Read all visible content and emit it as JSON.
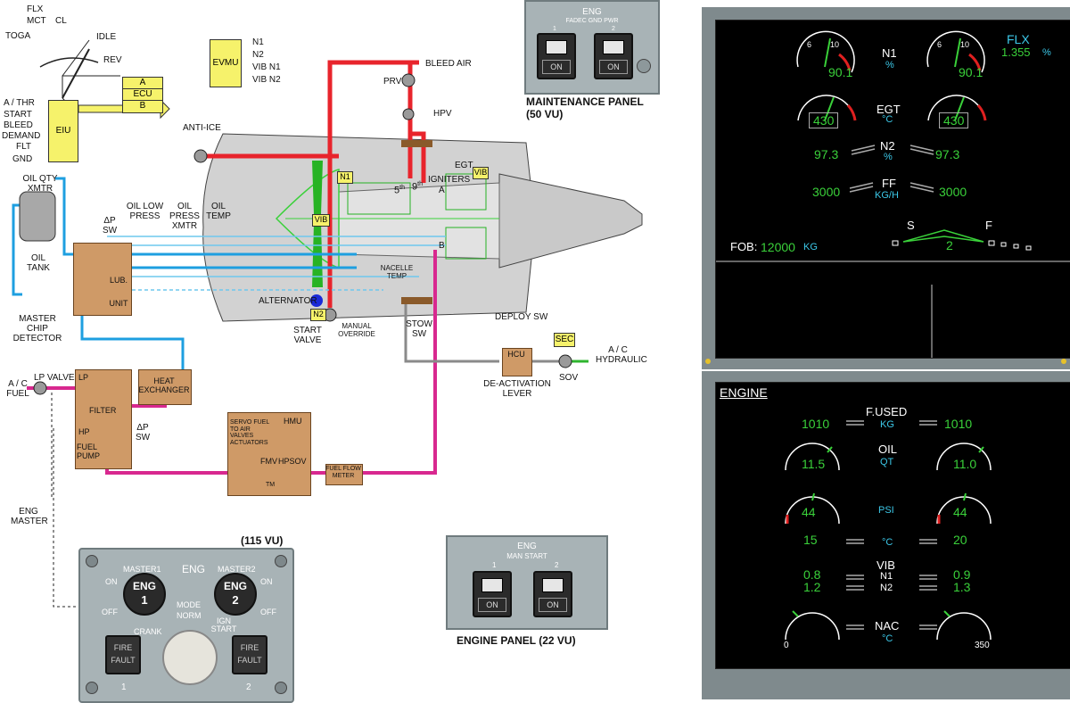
{
  "thrust_lever": {
    "flx": "FLX",
    "mct": "MCT",
    "cl": "CL",
    "toga": "TOGA",
    "idle": "IDLE",
    "rev": "REV"
  },
  "ecu": {
    "a": "A",
    "label": "ECU",
    "b": "B"
  },
  "eiu": {
    "label": "EIU",
    "inputs": [
      "A / THR",
      "START",
      "BLEED",
      "DEMAND",
      "FLT",
      "GND"
    ]
  },
  "evmu": {
    "label": "EVMU",
    "outputs": [
      "N1",
      "N2",
      "VIB N1",
      "VIB N2"
    ]
  },
  "schematic": {
    "bleed_air": "BLEED AIR",
    "prv": "PRV",
    "hpv": "HPV",
    "anti_ice": "ANTI-ICE",
    "oil_qty_xmtr": "OIL QTY XMTR",
    "delta_p_sw": "ΔP SW",
    "oil_low_press": "OIL LOW PRESS",
    "oil_press_xmtr": "OIL PRESS XMTR",
    "oil_temp": "OIL TEMP",
    "oil_tank": "OIL TANK",
    "lub_unit_lub": "LUB.",
    "lub_unit_unit": "UNIT",
    "master_chip_detector": "MASTER CHIP DETECTOR",
    "alternator": "ALTERNATOR",
    "n2_tag": "N2",
    "start_valve": "START VALVE",
    "manual_override": "MANUAL OVERRIDE",
    "nacelle_temp": "NACELLE TEMP",
    "stow_sw": "STOW SW",
    "deploy_sw": "DEPLOY SW",
    "egt": "EGT",
    "vib_tag": "VIB",
    "n1_tag": "N1",
    "igniters": "IGNITERS",
    "igniter_a": "A",
    "igniter_b": "B",
    "stage5": "5",
    "stage9": "9",
    "stage_suffix": "th",
    "hcu": "HCU",
    "sec": "SEC",
    "ac_hydraulic": "A / C HYDRAULIC",
    "sov": "SOV",
    "deactivation_lever": "DE-ACTIVATION LEVER",
    "ac_fuel": "A / C FUEL",
    "lp_valve": "LP VALVE",
    "lp": "LP",
    "filter": "FILTER",
    "hp": "HP",
    "fuel_pump": "FUEL PUMP",
    "heat_exchanger": "HEAT EXCHANGER",
    "delta_p_sw_fuel": "ΔP SW",
    "hmu": "HMU",
    "servo_fuel": "SERVO FUEL TO AIR VALVES ACTUATORS",
    "fmv": "FMV",
    "hpsov": "HPSOV",
    "tm": "TM",
    "fuel_flow_meter": "FUEL FLOW METER",
    "eng_master": "ENG MASTER"
  },
  "maintenance_panel": {
    "title": "ENG",
    "subtitle": "FADEC GND PWR",
    "btn1_num": "1",
    "btn2_num": "2",
    "btn1_label": "ON",
    "btn2_label": "ON",
    "caption": "MAINTENANCE PANEL",
    "caption2": "(50 VU)"
  },
  "engine_panel_22": {
    "title": "ENG",
    "subtitle": "MAN START",
    "btn1_num": "1",
    "btn2_num": "2",
    "btn1_label": "ON",
    "btn2_label": "ON",
    "caption": "ENGINE PANEL (22 VU)"
  },
  "panel_115": {
    "caption": "(115 VU)",
    "title": "ENG",
    "master1": "MASTER1",
    "master2": "MASTER2",
    "eng1_a": "ENG",
    "eng1_b": "1",
    "eng2_a": "ENG",
    "eng2_b": "2",
    "on_l": "ON",
    "off_l": "OFF",
    "on_r": "ON",
    "off_r": "OFF",
    "mode": "MODE",
    "norm": "NORM",
    "crank": "CRANK",
    "ign_start": "IGN START",
    "fire1": "FIRE",
    "fault1": "FAULT",
    "fire2": "FIRE",
    "fault2": "FAULT",
    "n1": "1",
    "n2": "2"
  },
  "ewd": {
    "n1_left": "90.1",
    "n1_right": "90.1",
    "n1_label": "N1",
    "n1_unit": "%",
    "flx": "FLX",
    "flx_value": "1.355",
    "flx_unit": "%",
    "egt_left": "430",
    "egt_right": "430",
    "egt_label": "EGT",
    "egt_unit": "°C",
    "n2_left": "97.3",
    "n2_right": "97.3",
    "n2_label": "N2",
    "n2_unit": "%",
    "ff_left": "3000",
    "ff_right": "3000",
    "ff_label": "FF",
    "ff_unit": "KG/H",
    "fob_label": "FOB:",
    "fob_value": "12000",
    "fob_unit": "KG",
    "slat": "S",
    "flap": "F",
    "flap_pos": "2",
    "tick6": "6",
    "tick10": "10"
  },
  "sd": {
    "title": "ENGINE",
    "fused_label": "F.USED",
    "fused_unit": "KG",
    "fused_left": "1010",
    "fused_right": "1010",
    "oil_label": "OIL",
    "oil_unit": "QT",
    "oil_left": "11.5",
    "oil_right": "11.0",
    "psi_label": "PSI",
    "psi_left": "44",
    "psi_right": "44",
    "temp_unit": "°C",
    "temp_left": "15",
    "temp_right": "20",
    "vib_label": "VIB",
    "vib_n1": "N1",
    "vib_n2": "N2",
    "vib_n1_left": "0.8",
    "vib_n2_left": "1.2",
    "vib_n1_right": "0.9",
    "vib_n2_right": "1.3",
    "nac_label": "NAC",
    "nac_unit": "°C",
    "nac_min": "0",
    "nac_max": "350"
  },
  "colors": {
    "bleed": "#e8242c",
    "fuel": "#d8288f",
    "oil": "#1e9fe0",
    "hydraulic": "#8a8a8a",
    "ecam_green": "#3ad13a",
    "ecam_cyan": "#3cc8e8"
  }
}
